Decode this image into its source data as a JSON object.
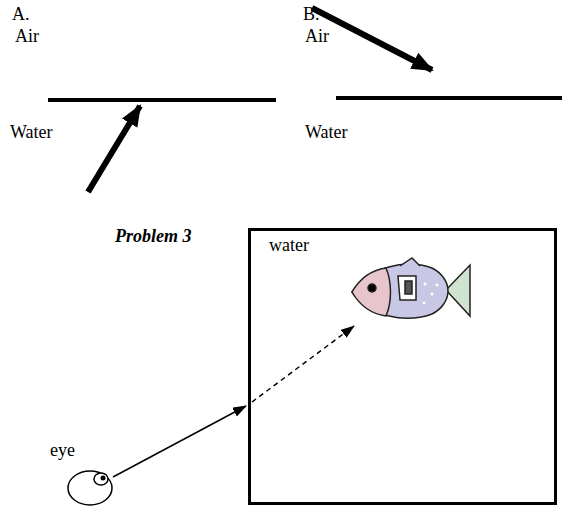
{
  "diagram": {
    "nodes": [
      {
        "text": [
          "water"
        ]
      }
    ],
    "labels": [
      "A.",
      "Air",
      "Water",
      "B.",
      "Air",
      "Water",
      "Problem 3",
      "eye"
    ]
  }
}
